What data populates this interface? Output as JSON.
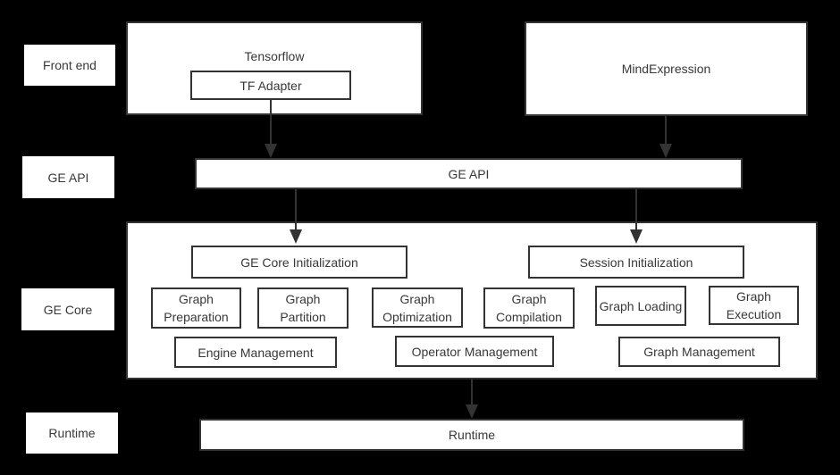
{
  "canvas": {
    "background_color": "#000000",
    "box_fill_color": "#ffffff",
    "border_color": "#333333",
    "text_color": "#383838",
    "arrow_color": "#333333"
  },
  "layer_labels": [
    "Front end",
    "GE API",
    "GE Core",
    "Runtime"
  ],
  "front_end": {
    "tensorflow": "Tensorflow",
    "tf_adapter": "TF Adapter",
    "mindexpression": "MindExpression"
  },
  "ge_api": {
    "bar": "GE API"
  },
  "ge_core": {
    "init_boxes": [
      "GE Core Initialization",
      "Session Initialization"
    ],
    "modules": [
      "Graph Preparation",
      "Graph Partition",
      "Graph Optimization",
      "Graph Compilation",
      "Graph Loading",
      "Graph Execution"
    ],
    "management": [
      "Engine Management",
      "Operator Management",
      "Graph Management"
    ]
  },
  "runtime": {
    "bar": "Runtime"
  }
}
